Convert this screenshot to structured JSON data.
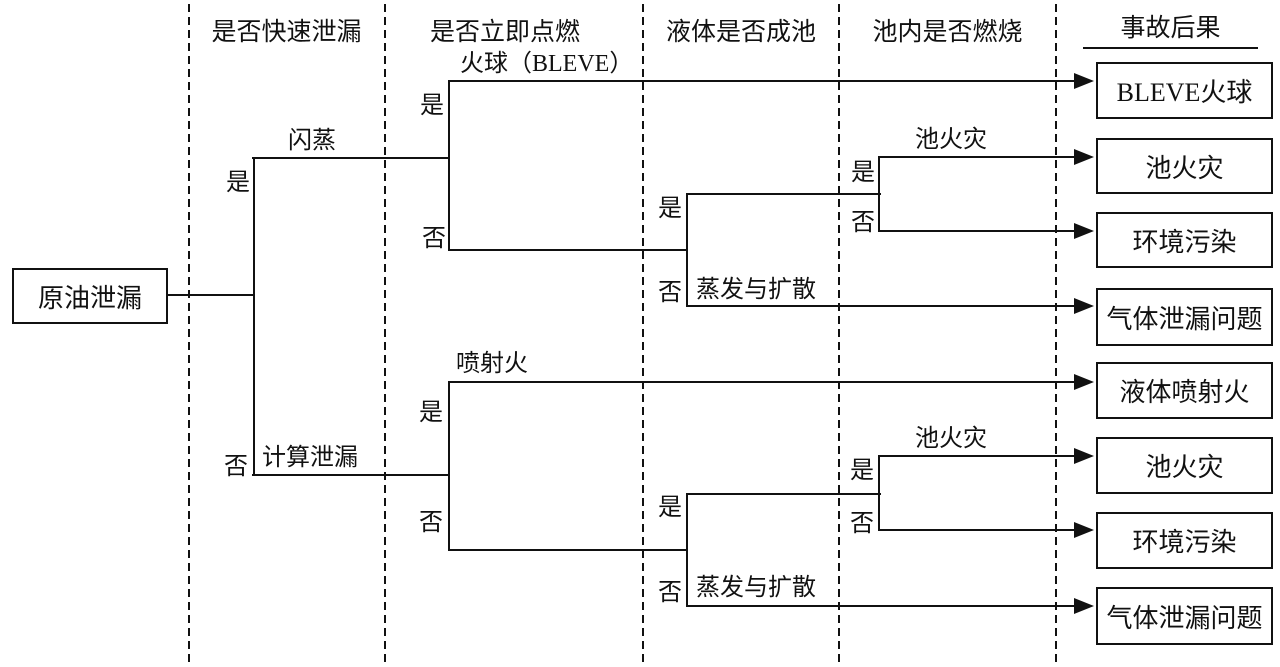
{
  "event_tree": {
    "root_label": "原油泄漏",
    "column_headers": [
      "是否快速泄漏",
      "是否立即点燃",
      "液体是否成池",
      "池内是否燃烧",
      "事故后果"
    ],
    "yes": "是",
    "no": "否",
    "branch_labels": {
      "flash": "闪蒸",
      "fireball_bleve": "火球（BLEVE）",
      "calculated_leak": "计算泄漏",
      "jet_fire": "喷射火",
      "pool_fire": "池火灾",
      "evaporation_diffusion": "蒸发与扩散"
    },
    "outcomes": [
      "BLEVE火球",
      "池火灾",
      "环境污染",
      "气体泄漏问题",
      "液体喷射火",
      "池火灾",
      "环境污染",
      "气体泄漏问题"
    ]
  }
}
